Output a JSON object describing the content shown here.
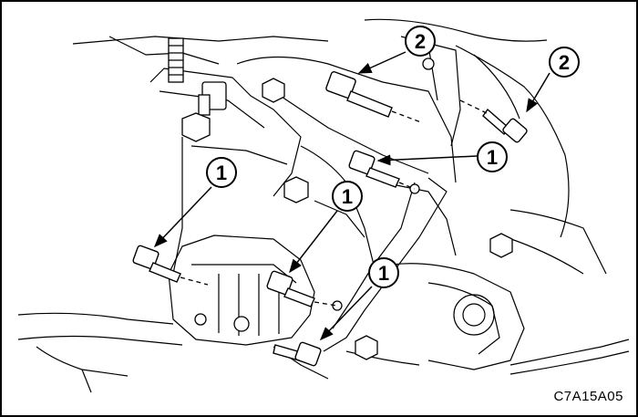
{
  "callouts": [
    {
      "id": "c1",
      "label": "2"
    },
    {
      "id": "c2",
      "label": "2"
    },
    {
      "id": "c3",
      "label": "1"
    },
    {
      "id": "c4",
      "label": "1"
    },
    {
      "id": "c5",
      "label": "1"
    },
    {
      "id": "c6",
      "label": "1"
    }
  ],
  "figure_id": "C7A15A05"
}
